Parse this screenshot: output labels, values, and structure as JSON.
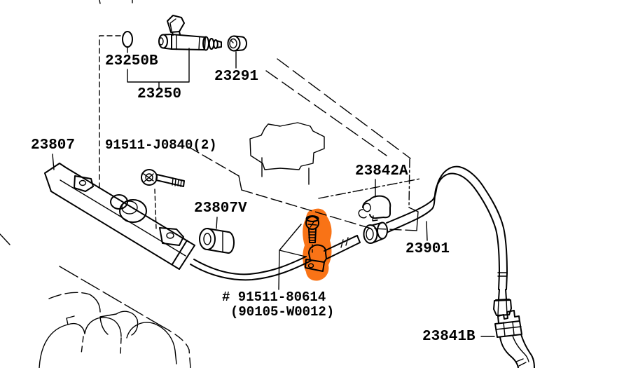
{
  "diagram": {
    "kind": "fuel-injection-parts-diagram",
    "background": "#ffffff",
    "line_color": "#000000",
    "highlight_color": "#f97316",
    "highlighted_part": "91511-80614"
  },
  "labels": {
    "oring": "23250B",
    "injector": "23250",
    "grommet": "23291",
    "delivery_pipe": "23807",
    "rail_bolt": "91511-J0840(2)",
    "tube_clip": "23842A",
    "damper": "23807V",
    "fuel_tube": "23901",
    "highlight_line1": "# 91511-80614",
    "highlight_line2": "(90105-W0012)",
    "bracket": "23841B"
  }
}
